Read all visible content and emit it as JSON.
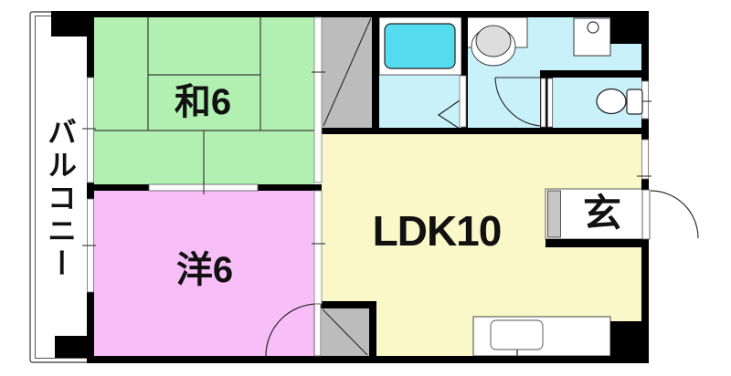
{
  "floorplan": {
    "labels": {
      "balcony": "バルコニー",
      "japanese_room": "和6",
      "western_room": "洋6",
      "ldk": "LDK10",
      "entrance": "玄"
    },
    "colors": {
      "tatami_green": "#B2F0B2",
      "western_pink": "#F8BEF8",
      "ldk_yellow": "#FAF7C8",
      "bath_tub_cyan": "#54DBEE",
      "water_floor_cyan": "#C9F1F9",
      "closet_gray": "#BCBCBC",
      "cabinet_gray": "#C6C6C6",
      "sink_gray": "#DDDDDD",
      "wall_black": "#000000"
    }
  }
}
